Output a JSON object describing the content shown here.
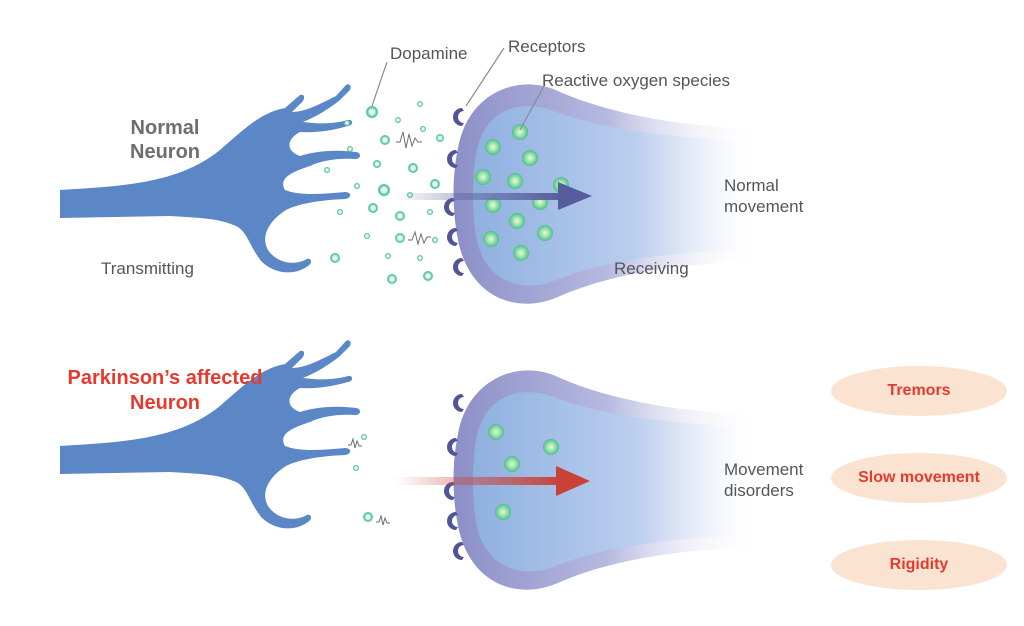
{
  "normal": {
    "title_line1": "Normal",
    "title_line2": "Neuron",
    "transmitting": "Transmitting",
    "receiving": "Receiving",
    "dopamine": "Dopamine",
    "receptors": "Receptors",
    "ros": "Reactive oxygen species",
    "outcome_line1": "Normal",
    "outcome_line2": "movement"
  },
  "affected": {
    "title_line1": "Parkinson’s affected",
    "title_line2": "Neuron",
    "outcome_line1": "Movement",
    "outcome_line2": "disorders",
    "symptoms": [
      "Tremors",
      "Slow movement",
      "Rigidity"
    ]
  },
  "colors": {
    "neuron_blue": "#5b87c6",
    "receiver_purple": "#8c8fc6",
    "receiver_inner": "#8fb0e0",
    "dopamine_green": "#5cc8a0",
    "normal_arrow": "#575d9c",
    "affected_arrow": "#c94137",
    "title_red": "#e63a2e",
    "symptom_bg": "#fbe3d2"
  }
}
